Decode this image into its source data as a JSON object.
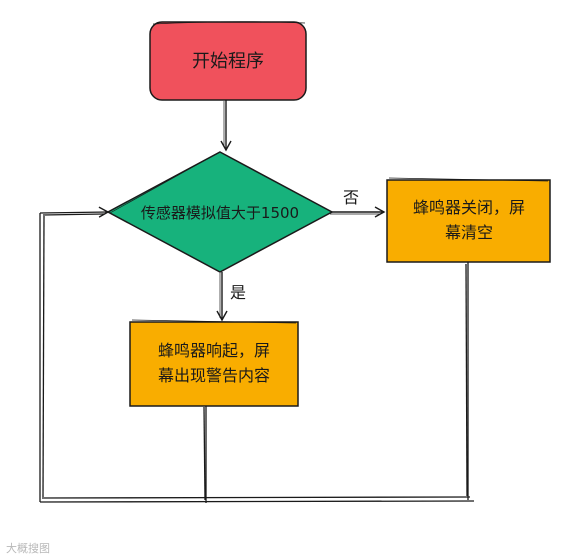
{
  "nodes": {
    "start": {
      "label": "开始程序",
      "fill": "#f0515c"
    },
    "decision": {
      "label": "传感器模拟值大于1500",
      "fill": "#17b27c"
    },
    "buzzer_off": {
      "line1": "蜂鸣器关闭，屏",
      "line2": "幕清空",
      "fill": "#f9ad00"
    },
    "buzzer_on": {
      "line1": "蜂鸣器响起，屏",
      "line2": "幕出现警告内容",
      "fill": "#f9ad00"
    }
  },
  "edges": {
    "no_label": "否",
    "yes_label": "是"
  },
  "watermark": "大概搜图"
}
